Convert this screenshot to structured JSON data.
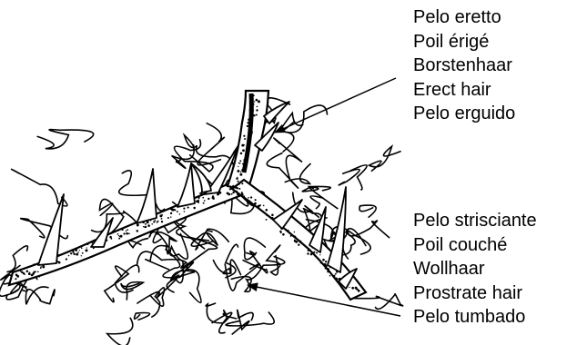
{
  "labels": {
    "erect_hair": {
      "terms": [
        "Pelo eretto",
        "Poil érigé",
        "Borstenhaar",
        "Erect hair",
        "Pelo erguido"
      ]
    },
    "prostrate_hair": {
      "terms": [
        "Pelo strisciante",
        "Poil couché",
        "Wollhaar",
        "Prostrate hair",
        "Pelo tumbado"
      ]
    }
  }
}
